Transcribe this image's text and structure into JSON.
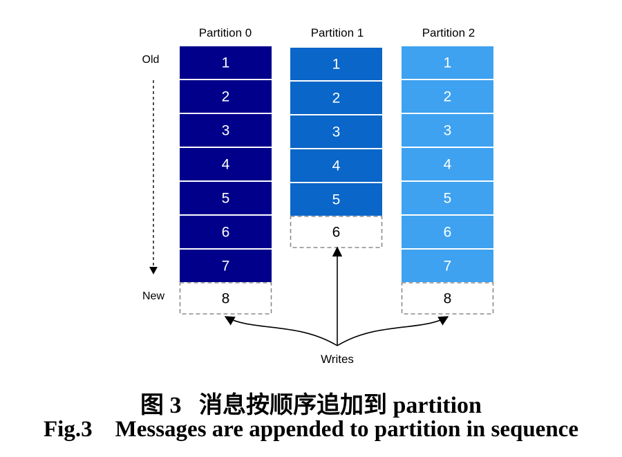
{
  "colors": {
    "partition_0": "#00008b",
    "partition_1": "#0a66c8",
    "partition_2": "#3ea2f0",
    "pending_border": "#8a8a8a",
    "text_on_block": "#ffffff",
    "text_pending": "#000000"
  },
  "axis": {
    "old_label": "Old",
    "new_label": "New"
  },
  "partitions": [
    {
      "title": "Partition 0",
      "messages": [
        "1",
        "2",
        "3",
        "4",
        "5",
        "6",
        "7"
      ],
      "next": "8"
    },
    {
      "title": "Partition 1",
      "messages": [
        "1",
        "2",
        "3",
        "4",
        "5"
      ],
      "next": "6"
    },
    {
      "title": "Partition 2",
      "messages": [
        "1",
        "2",
        "3",
        "4",
        "5",
        "6",
        "7"
      ],
      "next": "8"
    }
  ],
  "writes_label": "Writes",
  "caption": {
    "cn": "图 3   消息按顺序追加到 partition",
    "en": "Fig.3    Messages are appended to partition in sequence"
  }
}
